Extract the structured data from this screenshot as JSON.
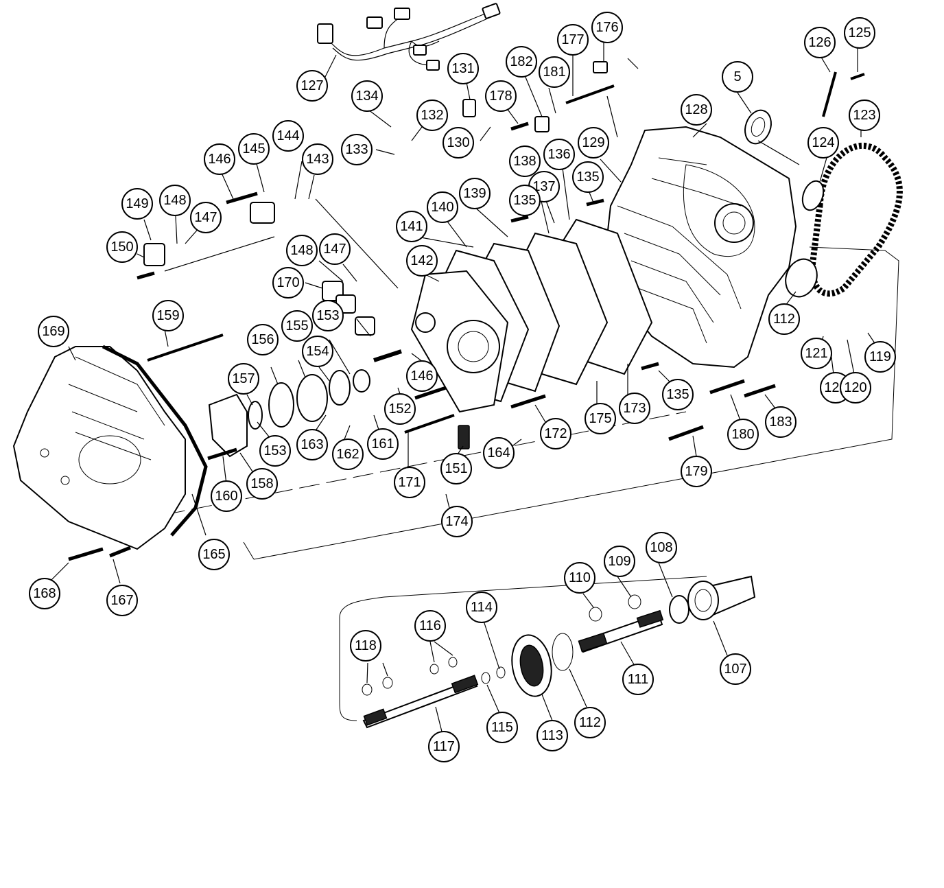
{
  "callouts": {
    "c127": "127",
    "c131": "131",
    "c134": "134",
    "c132": "132",
    "c133": "133",
    "c130": "130",
    "c178": "178",
    "c182": "182",
    "c181": "181",
    "c177": "177",
    "c176": "176",
    "c5": "5",
    "c128": "128",
    "c126": "126",
    "c125": "125",
    "c123": "123",
    "c124": "124",
    "c146a": "146",
    "c145": "145",
    "c144": "144",
    "c143": "143",
    "c149": "149",
    "c148a": "148",
    "c147a": "147",
    "c150": "150",
    "c148b": "148",
    "c147b": "147",
    "c170": "170",
    "c138": "138",
    "c136": "136",
    "c129": "129",
    "c137": "137",
    "c135a": "135",
    "c135b": "135",
    "c140": "140",
    "c139": "139",
    "c141": "141",
    "c142": "142",
    "c112a": "112",
    "c121": "121",
    "c119": "119",
    "c122": "122",
    "c120": "120",
    "c159": "159",
    "c169": "169",
    "c156": "156",
    "c155": "155",
    "c153a": "153",
    "c154": "154",
    "c157": "157",
    "c146b": "146",
    "c152": "152",
    "c153b": "153",
    "c163": "163",
    "c162": "162",
    "c161": "161",
    "c160": "160",
    "c158": "158",
    "c171": "171",
    "c151": "151",
    "c164": "164",
    "c172": "172",
    "c175": "175",
    "c173": "173",
    "c135c": "135",
    "c180": "180",
    "c183": "183",
    "c179": "179",
    "c174": "174",
    "c165": "165",
    "c168": "168",
    "c167": "167",
    "c110": "110",
    "c109": "109",
    "c108": "108",
    "c114": "114",
    "c116": "116",
    "c118": "118",
    "c111": "111",
    "c107": "107",
    "c112b": "112",
    "c113": "113",
    "c115": "115",
    "c117": "117"
  }
}
